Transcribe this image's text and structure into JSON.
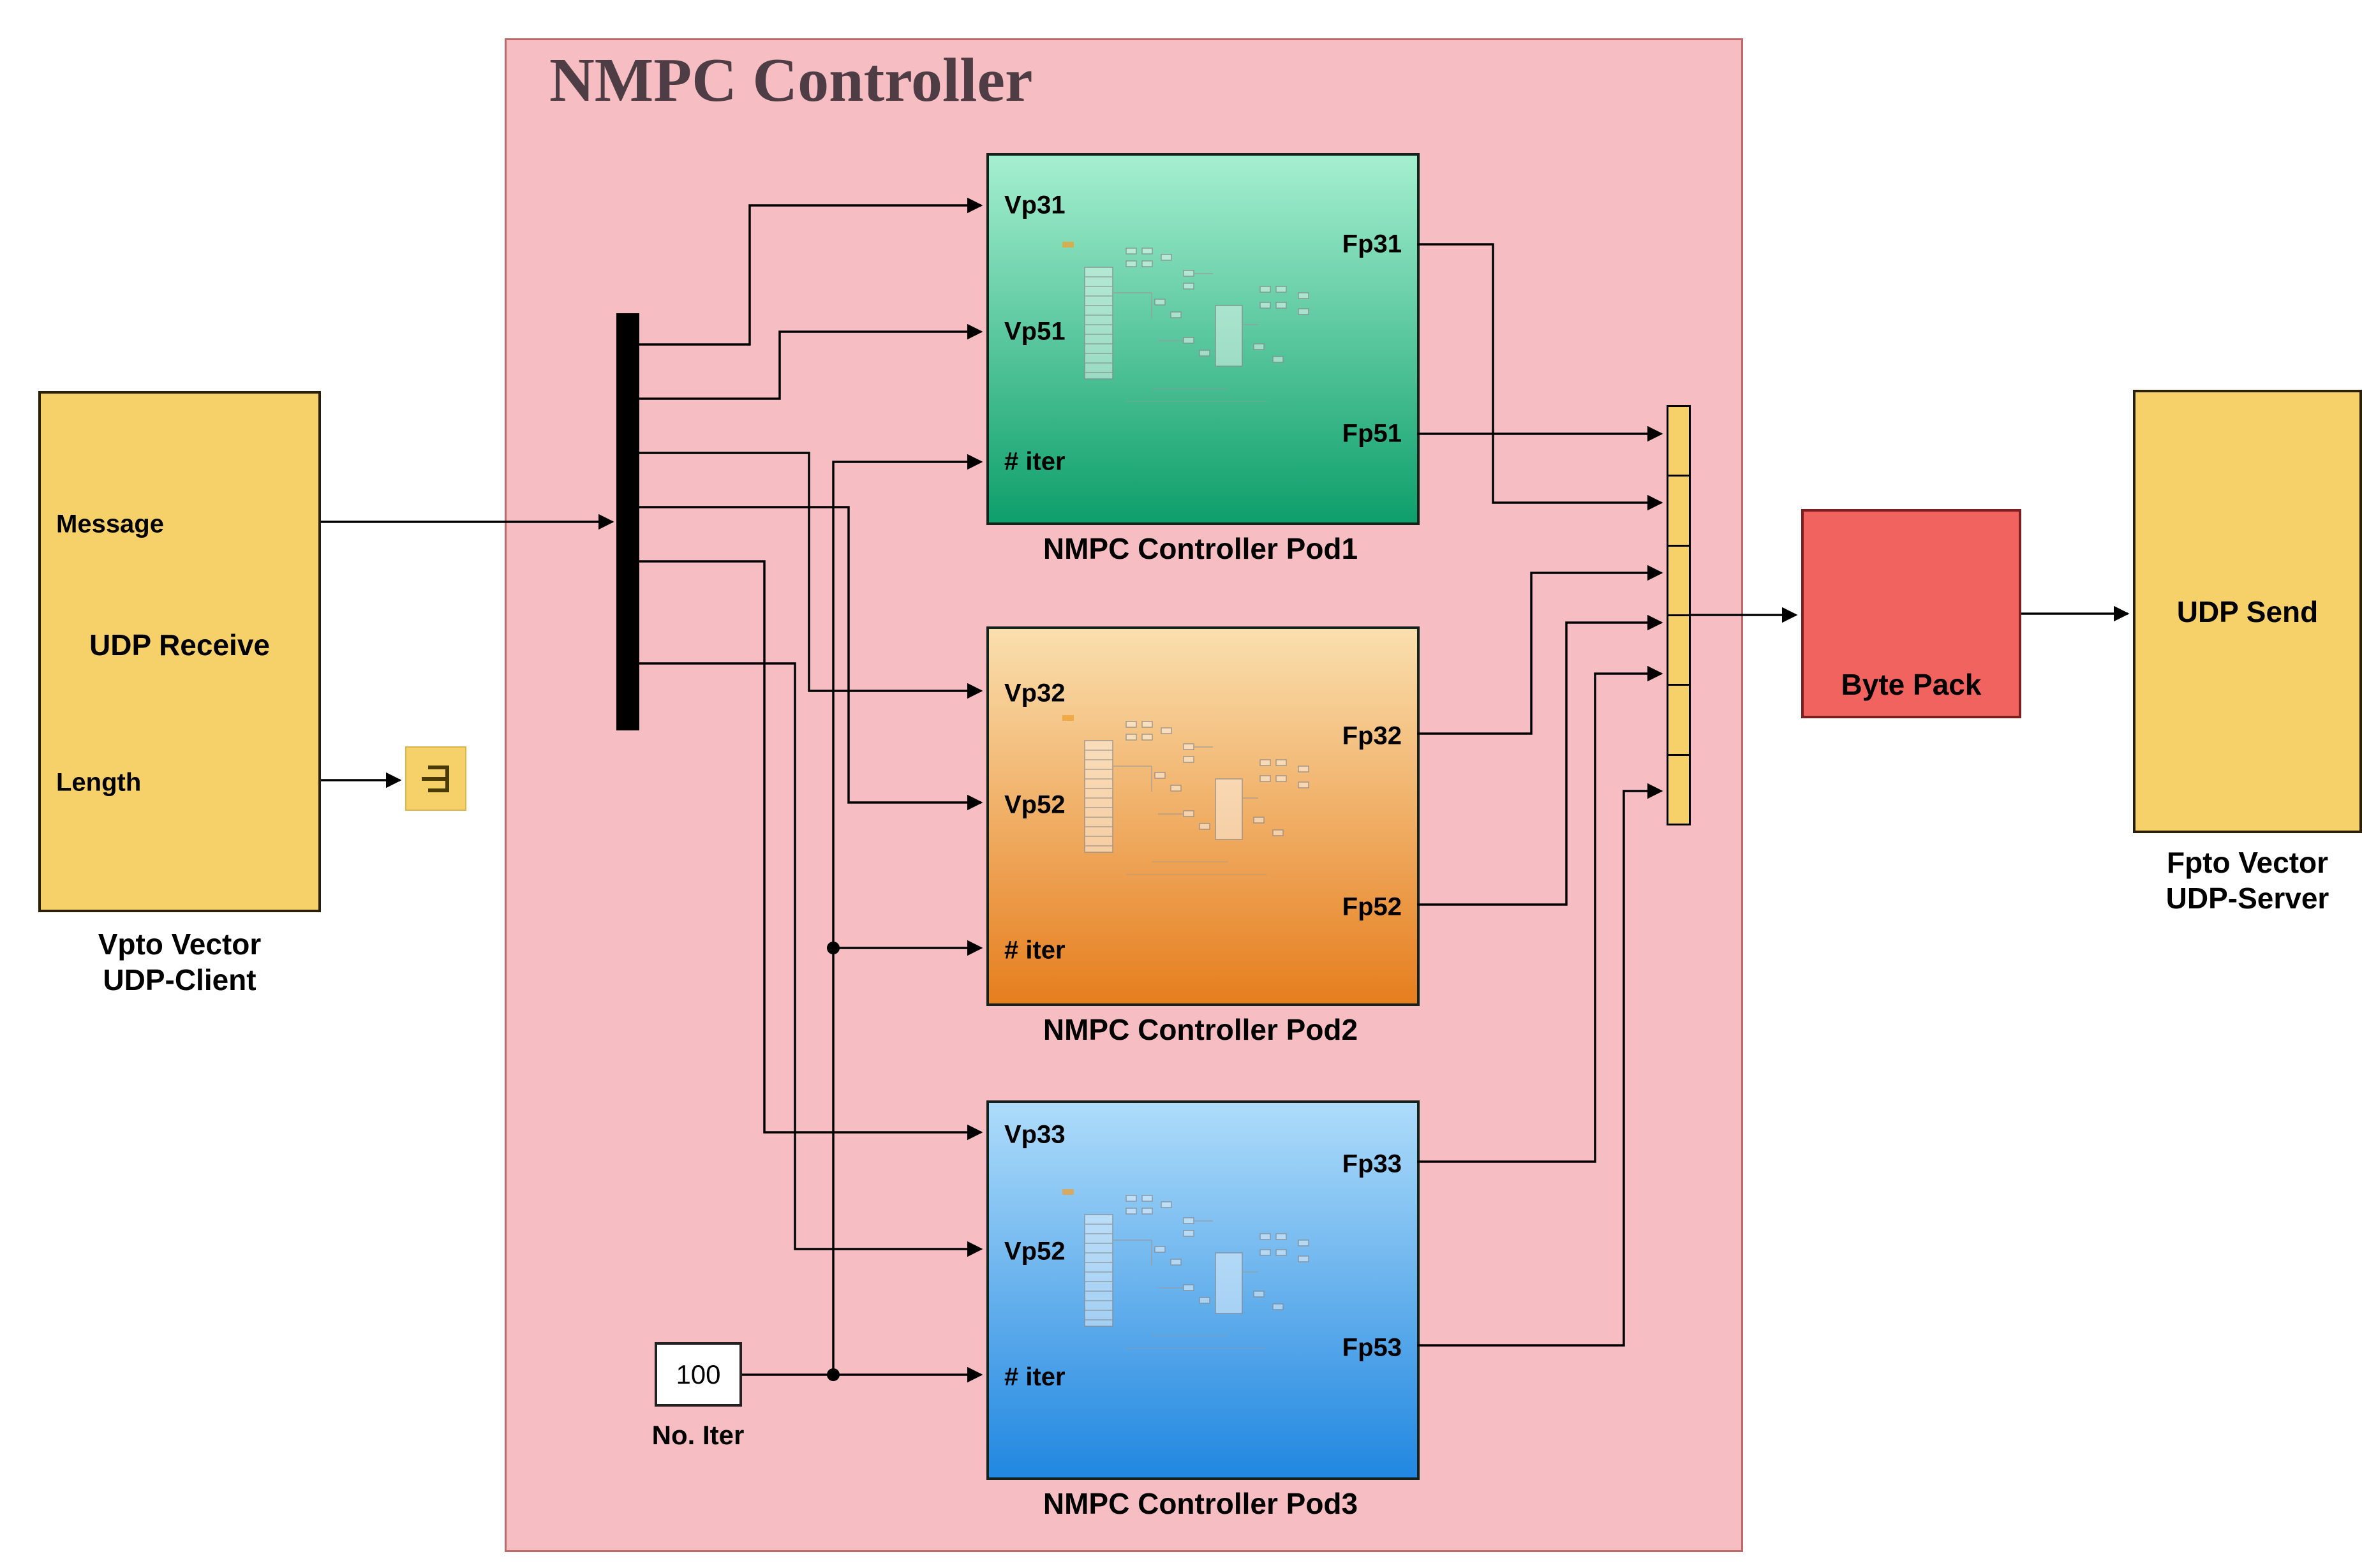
{
  "diagram_title": "NMPC Controller",
  "colors": {
    "panel-bg": "#f6bec2",
    "panel-border": "#bc6b6b",
    "title-color": "#4e3d44",
    "block-yellow": "#f6d169",
    "byte-pack-red": "#f1635e",
    "pod1-top": "#a5efd0",
    "pod1-bottom": "#0e9f6b",
    "pod2-top": "#fadfae",
    "pod2-bottom": "#e67e1e",
    "pod3-top": "#aedcfa",
    "pod3-bottom": "#2187e0",
    "wire": "#000000"
  },
  "udp_receive": {
    "name": "UDP Receive",
    "ports": {
      "out1": "Message",
      "out2": "Length"
    },
    "caption": [
      "Vpto Vector",
      "UDP-Client"
    ]
  },
  "udp_send": {
    "name": "UDP Send",
    "caption": [
      "Fpto Vector",
      "UDP-Server"
    ]
  },
  "byte_pack": {
    "name": "Byte Pack"
  },
  "constant": {
    "value": "100",
    "caption": "No. Iter"
  },
  "pods": [
    {
      "caption": "NMPC Controller Pod1",
      "inputs": [
        "Vp31",
        "Vp51",
        "# iter"
      ],
      "outputs": [
        "Fp31",
        "Fp51"
      ]
    },
    {
      "caption": "NMPC Controller Pod2",
      "inputs": [
        "Vp32",
        "Vp52",
        "# iter"
      ],
      "outputs": [
        "Fp32",
        "Fp52"
      ]
    },
    {
      "caption": "NMPC Controller Pod3",
      "inputs": [
        "Vp33",
        "Vp52",
        "# iter"
      ],
      "outputs": [
        "Fp33",
        "Fp53"
      ]
    }
  ]
}
